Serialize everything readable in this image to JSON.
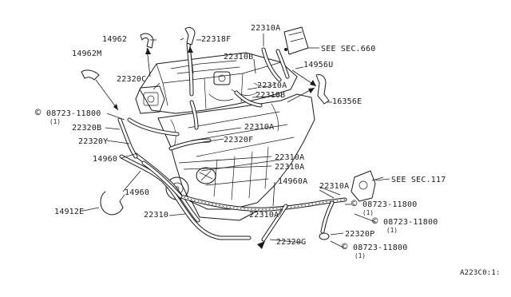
{
  "labels": {
    "p22310a_top": "22310A",
    "p22318f": "22318F",
    "p14962": "14962",
    "p14962m": "14962M",
    "see_sec_660": "SEE SEC.660",
    "p22310b_a": "22310B",
    "p14956u": "14956U",
    "p22320c": "22320C",
    "p22310a_mid": "22310A",
    "p22310b_b": "22310B",
    "p16356e": "16356E",
    "bolt_1": "08723-11800",
    "bolt_1_qty": "(1)",
    "p22320b": "22320B",
    "p22310a_c": "22310A",
    "p22320y": "22320Y",
    "p22320f": "22320F",
    "p14960_a": "14960",
    "p22310a_d": "22310A",
    "p22310a_e": "22310A",
    "p14960_b": "14960",
    "p14960a": "14960A",
    "p22310a_f": "22310A",
    "see_sec_117": "SEE SEC.117",
    "p14912e": "14912E",
    "bolt_2": "08723-11800",
    "bolt_2_qty": "(1)",
    "p22310": "22310",
    "p22310a_g": "22310A",
    "bolt_3": "08723-11800",
    "bolt_3_qty": "(1)",
    "p22320p": "22320P",
    "p22320g": "22320G",
    "bolt_4": "08723-11800",
    "bolt_4_qty": "(1)",
    "diagram_code": "A223C0:1:"
  },
  "symbols": {
    "bolt_marker": "©"
  }
}
